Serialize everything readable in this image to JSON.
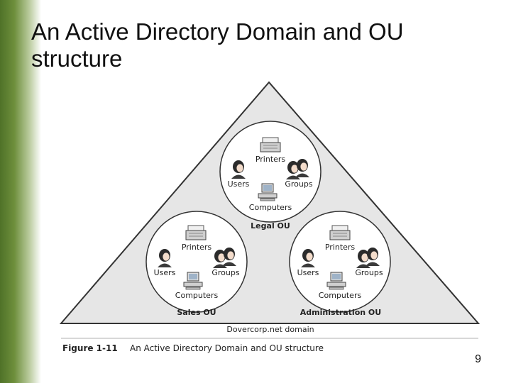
{
  "slide": {
    "title": "An Active Directory Domain and OU structure",
    "page_number": "9"
  },
  "figure": {
    "domain_label": "Dovercorp.net domain",
    "caption_number": "Figure 1-11",
    "caption_text": "An Active Directory Domain and OU structure",
    "ous": [
      {
        "name": "Legal OU",
        "printers": "Printers",
        "users": "Users",
        "groups": "Groups",
        "computers": "Computers"
      },
      {
        "name": "Sales OU",
        "printers": "Printers",
        "users": "Users",
        "groups": "Groups",
        "computers": "Computers"
      },
      {
        "name": "Administration OU",
        "printers": "Printers",
        "users": "Users",
        "groups": "Groups",
        "computers": "Computers"
      }
    ]
  }
}
